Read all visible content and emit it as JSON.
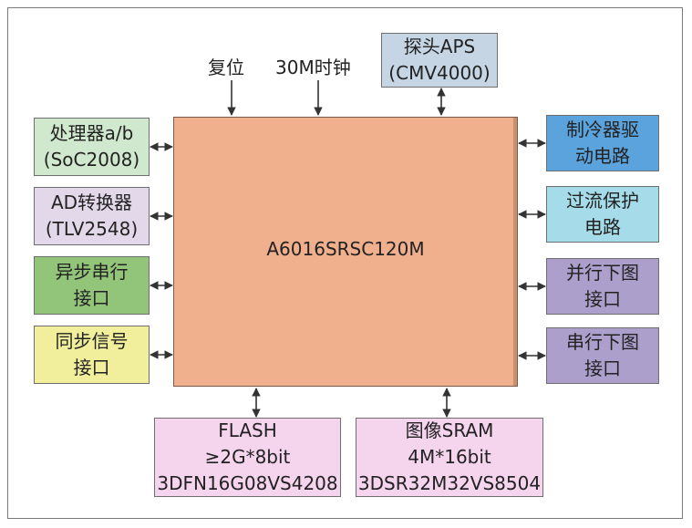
{
  "core": {
    "label": "A6016SRSC120M"
  },
  "top_inputs": {
    "reset": "复位",
    "clock": "30M时钟"
  },
  "top_block": {
    "line1": "探头APS",
    "line2": "(CMV4000)",
    "color": "#c5d5e4"
  },
  "left_blocks": [
    {
      "line1": "处理器a/b",
      "line2": "(SoC2008)",
      "color": "#d0e8cd"
    },
    {
      "line1": "AD转换器",
      "line2": "(TLV2548)",
      "color": "#e3d8ea"
    },
    {
      "line1": "异步串行",
      "line2": "接口",
      "color": "#92c479"
    },
    {
      "line1": "同步信号",
      "line2": "接口",
      "color": "#f1ef9c"
    }
  ],
  "right_blocks": [
    {
      "line1": "制冷器驱",
      "line2": "动电路",
      "color": "#5ba3dc"
    },
    {
      "line1": "过流保护",
      "line2": "电路",
      "color": "#a6dce9"
    },
    {
      "line1": "并行下图",
      "line2": "接口",
      "color": "#ad9fcc"
    },
    {
      "line1": "串行下图",
      "line2": "接口",
      "color": "#ad9fcc"
    }
  ],
  "bottom_blocks": [
    {
      "line1": "FLASH",
      "line2": "≥2G*8bit",
      "line3": "3DFN16G08VS4208",
      "color": "#f5d4ee"
    },
    {
      "line1": "图像SRAM",
      "line2": "4M*16bit",
      "line3": "3DSR32M32VS8504",
      "color": "#f5d4ee"
    }
  ]
}
